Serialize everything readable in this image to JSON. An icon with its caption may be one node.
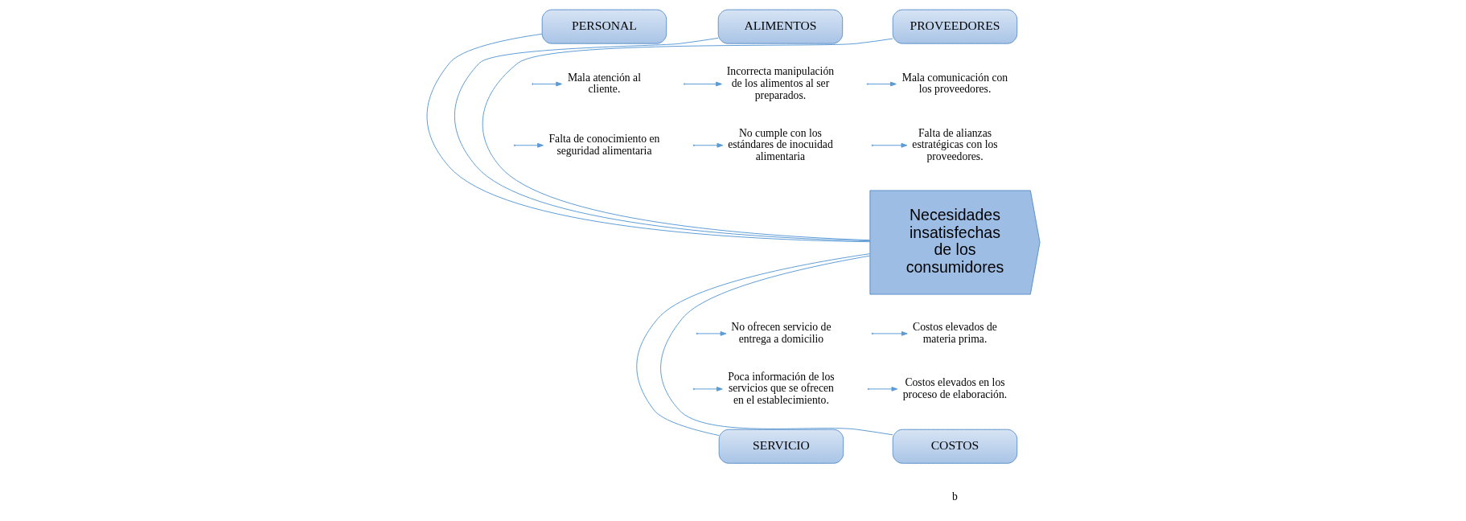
{
  "diagram": {
    "nodes": [
      {
        "text": [
          "PERSONAL"
        ]
      },
      {
        "text": [
          "ALIMENTOS"
        ]
      },
      {
        "text": [
          "PROVEEDORES"
        ]
      },
      {
        "text": [
          "Mala atención al cliente."
        ]
      },
      {
        "text": [
          "Incorrecta manipulación de los alimentos al ser preparados."
        ]
      },
      {
        "text": [
          "Mala comunicación con los proveedores."
        ]
      },
      {
        "text": [
          "Falta de conocimiento en seguridad alimentaria"
        ]
      },
      {
        "text": [
          "No cumple con los estándares de inocuidad alimentaria"
        ]
      },
      {
        "text": [
          "Falta de alianzas estratégicas con los proveedores."
        ]
      },
      {
        "text": [
          "Necesidades insatisfechas de los consumidores"
        ]
      },
      {
        "text": [
          "No ofrecen servicio de entrega a domicilio"
        ]
      },
      {
        "text": [
          "Costos elevados de materia prima."
        ]
      },
      {
        "text": [
          "Poca información de los servicios que se ofrecen en el establecimiento."
        ]
      },
      {
        "text": [
          "Costos elevados en los proceso de elaboración."
        ]
      },
      {
        "text": [
          "SERVICIO"
        ]
      },
      {
        "text": [
          "COSTOS"
        ]
      }
    ],
    "edges": [
      {
        "from": 0,
        "to": 9,
        "arrow": "none"
      },
      {
        "from": 1,
        "to": 9,
        "arrow": "none"
      },
      {
        "from": 2,
        "to": 9,
        "arrow": "none"
      },
      {
        "from": 14,
        "to": 9,
        "arrow": "none"
      },
      {
        "from": 15,
        "to": 9,
        "arrow": "none"
      },
      {
        "from": null,
        "to": 3,
        "arrow": "to"
      },
      {
        "from": null,
        "to": 6,
        "arrow": "to"
      },
      {
        "from": null,
        "to": 4,
        "arrow": "to"
      },
      {
        "from": null,
        "to": 7,
        "arrow": "to"
      },
      {
        "from": null,
        "to": 5,
        "arrow": "to"
      },
      {
        "from": null,
        "to": 8,
        "arrow": "to"
      },
      {
        "from": null,
        "to": 10,
        "arrow": "to"
      },
      {
        "from": null,
        "to": 12,
        "arrow": "to"
      },
      {
        "from": null,
        "to": 11,
        "arrow": "to"
      },
      {
        "from": null,
        "to": 13,
        "arrow": "to"
      }
    ],
    "labels": [
      "b"
    ]
  }
}
